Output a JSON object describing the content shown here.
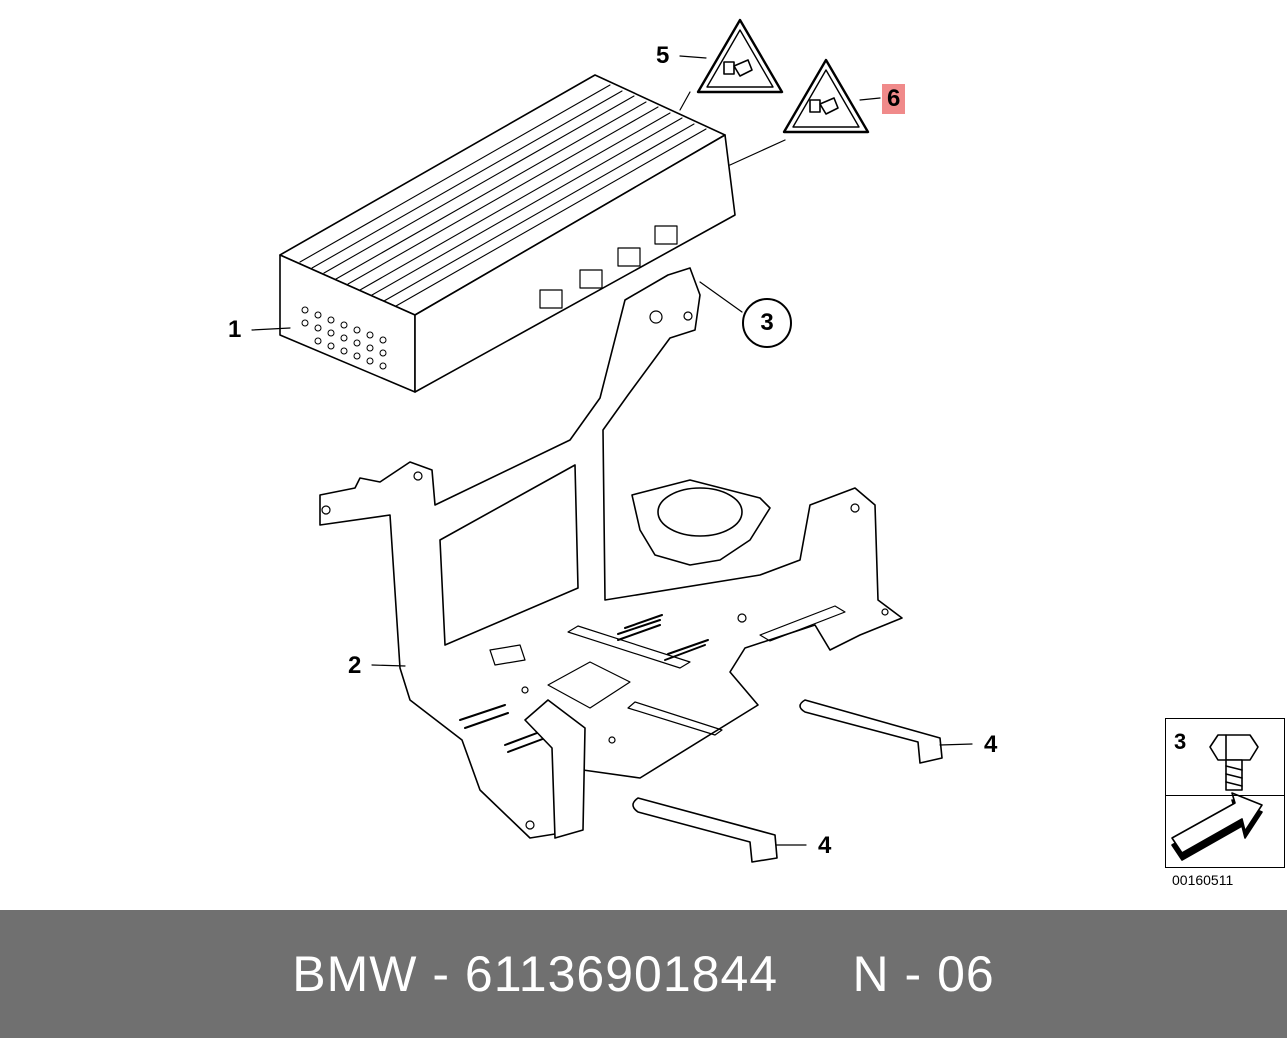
{
  "callouts": {
    "c1": "1",
    "c2": "2",
    "c3": "3",
    "c4a": "4",
    "c4b": "4",
    "c5": "5",
    "c6": "6"
  },
  "legend": {
    "item_number": "3"
  },
  "diagram_id": "00160511",
  "footer": {
    "text": "BMW - 61136901844     N - 06"
  },
  "colors": {
    "footer_bg": "#707070",
    "highlight": "#f08a8a",
    "line": "#000000"
  }
}
